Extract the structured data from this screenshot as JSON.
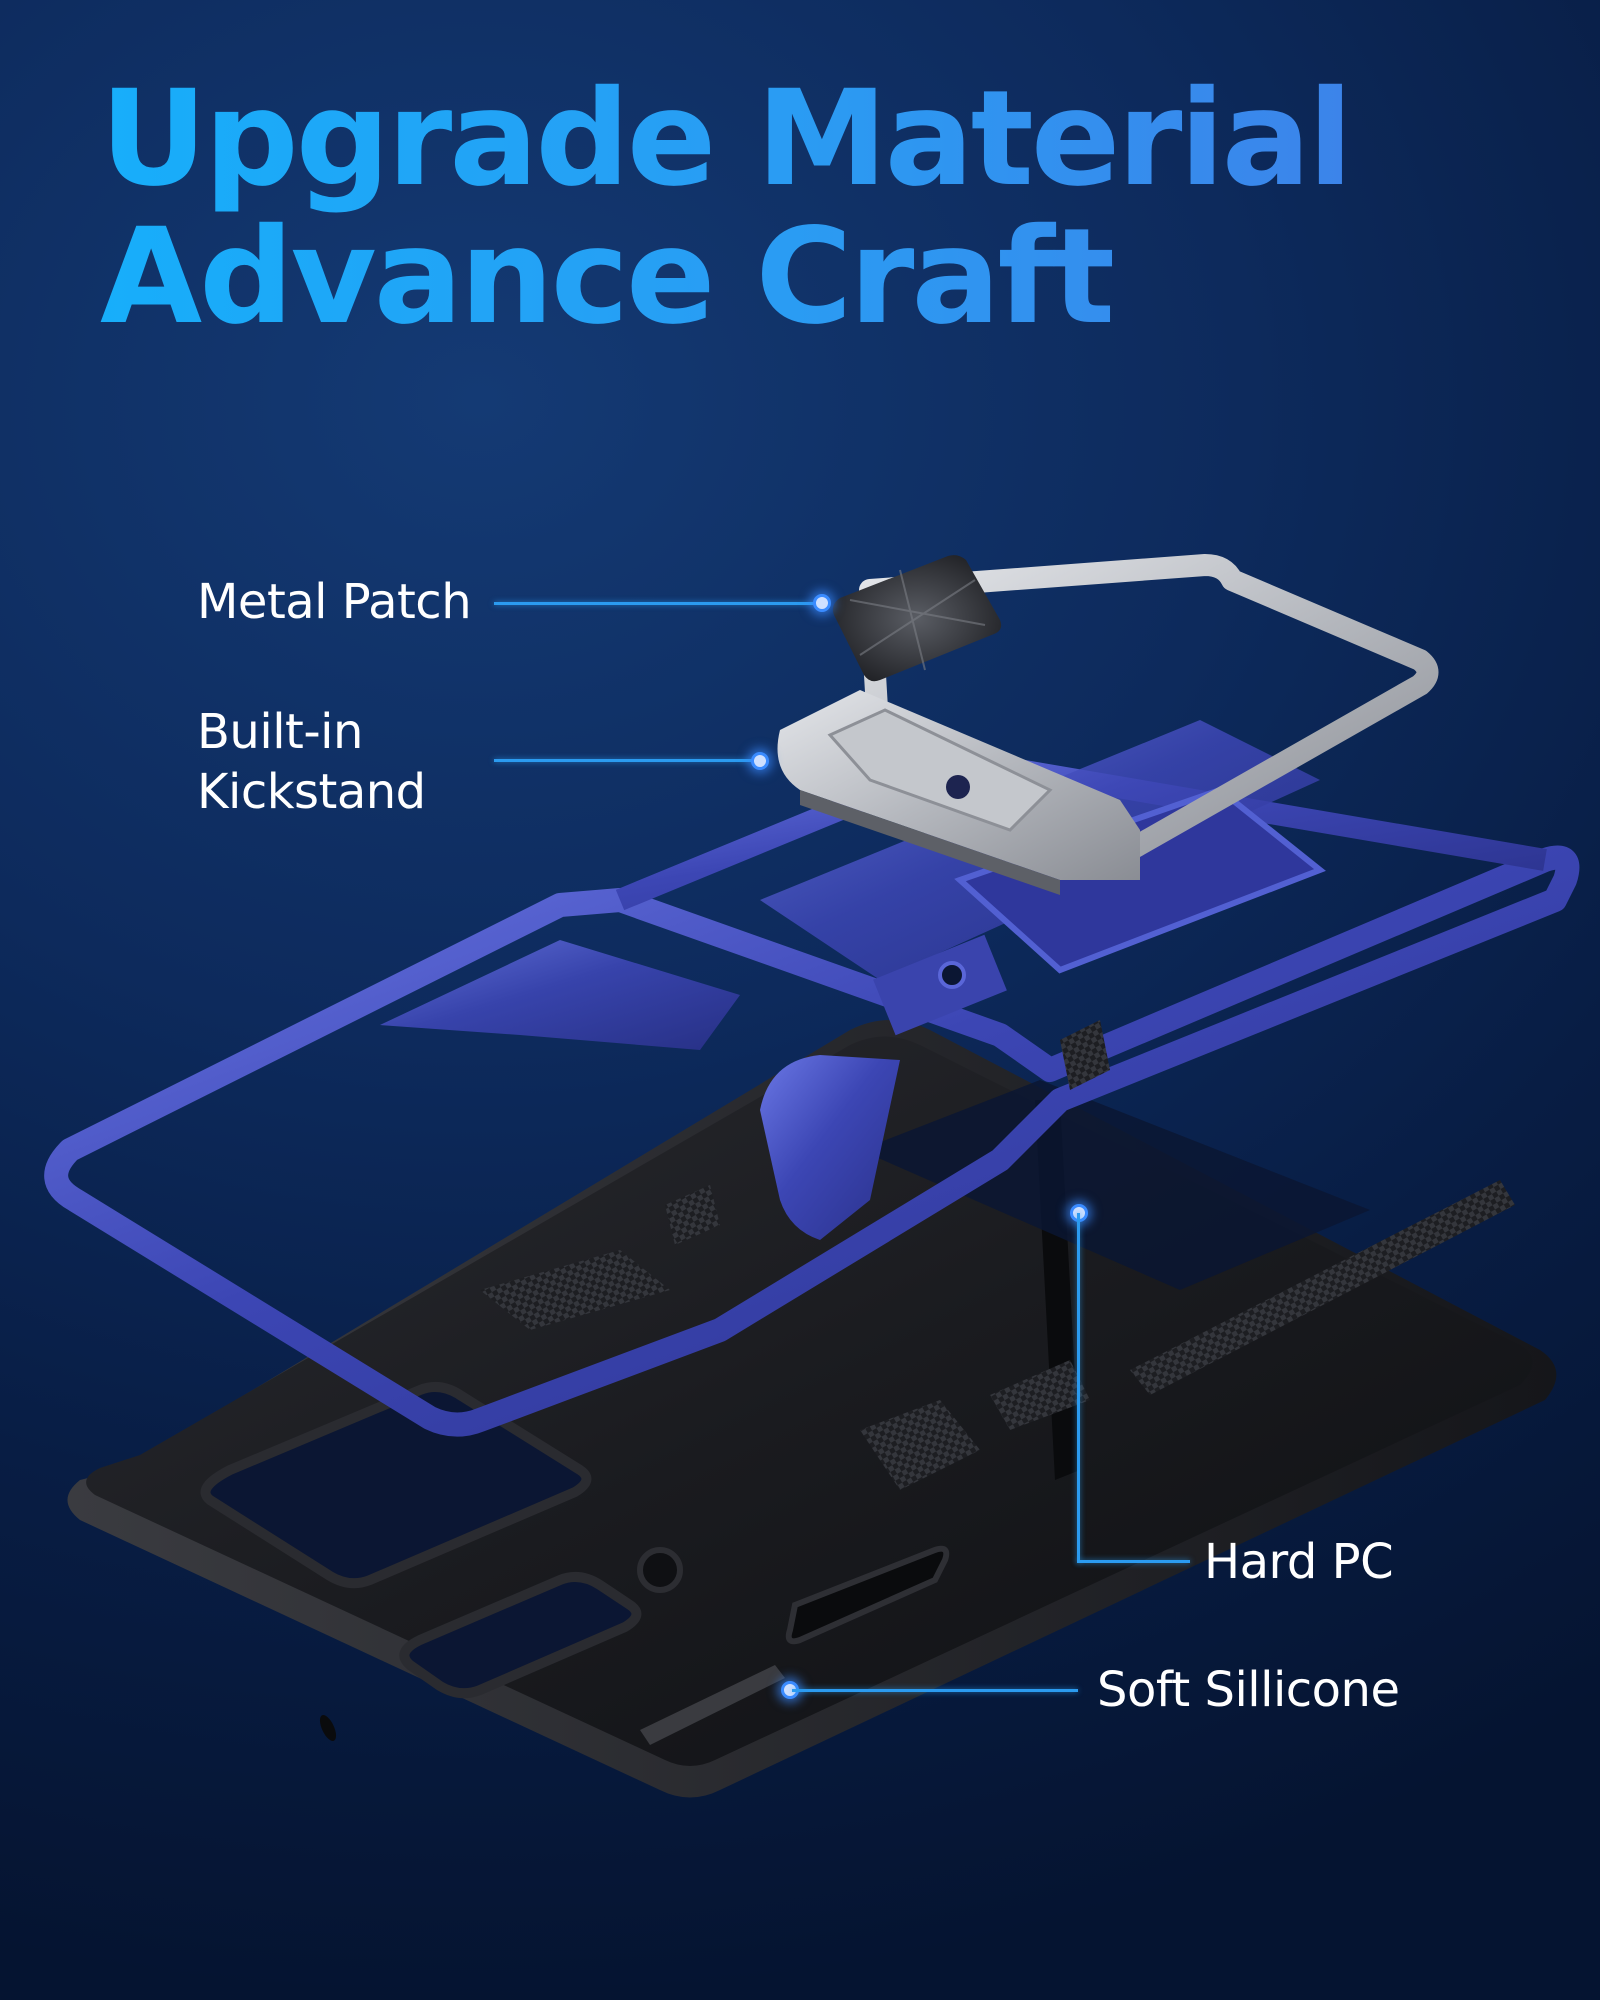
{
  "headline": {
    "line1": "Upgrade Material",
    "line2": "Advance Craft"
  },
  "callouts": [
    {
      "id": "metal-patch",
      "label_lines": [
        "Metal Patch"
      ]
    },
    {
      "id": "kickstand",
      "label_lines": [
        "Built-in",
        "Kickstand"
      ]
    },
    {
      "id": "hard-pc",
      "label_lines": [
        "Hard PC"
      ]
    },
    {
      "id": "soft-silicone",
      "label_lines": [
        "Soft Sillicone"
      ]
    }
  ],
  "colors": {
    "background_top": "#143a74",
    "background_bottom": "#051431",
    "headline_start": "#17aefa",
    "headline_end": "#3c84ea",
    "callout_line": "#2b9bf0",
    "label_text": "#ffffff",
    "frame_blue": "#3a45b0",
    "kickstand_silver": "#b9bcc2",
    "shell_black": "#1c1d21"
  }
}
